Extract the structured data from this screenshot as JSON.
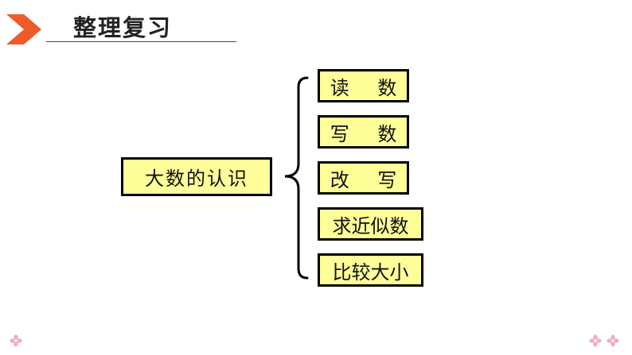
{
  "header": {
    "title": "整理复习",
    "accent_color": "#f05a28"
  },
  "diagram": {
    "root": "大数的认识",
    "branches": [
      "读 数",
      "写 数",
      "改 写",
      "求近似数",
      "比较大小"
    ],
    "box_fill": "#ffff99",
    "box_border": "#000000"
  },
  "decorations": {
    "icon": "flower-icon",
    "color": "#f4a7c8"
  }
}
